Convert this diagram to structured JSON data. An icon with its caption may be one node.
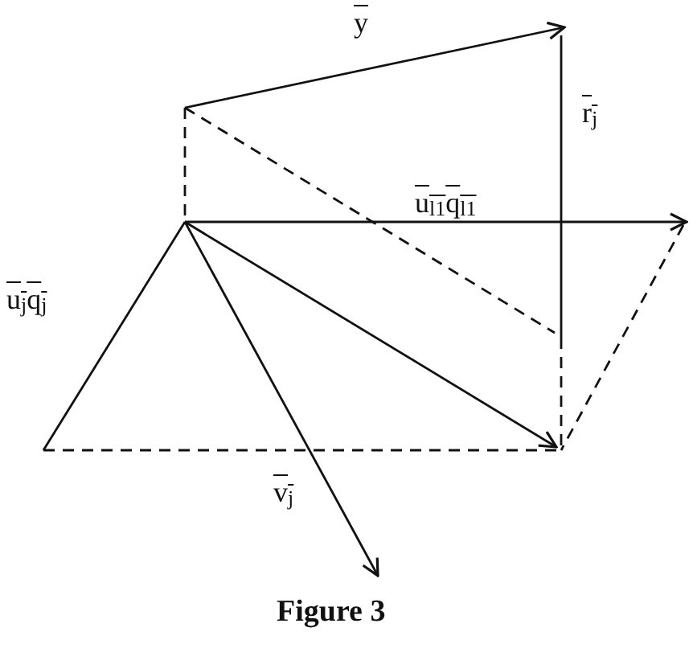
{
  "diagram": {
    "caption": "Figure 3",
    "labels": [
      "y",
      "r$_{j}$",
      "u$_{l1}$q$_{l1}$",
      "u$_{j}$q$_{j}$",
      "v$_{j}$"
    ]
  }
}
